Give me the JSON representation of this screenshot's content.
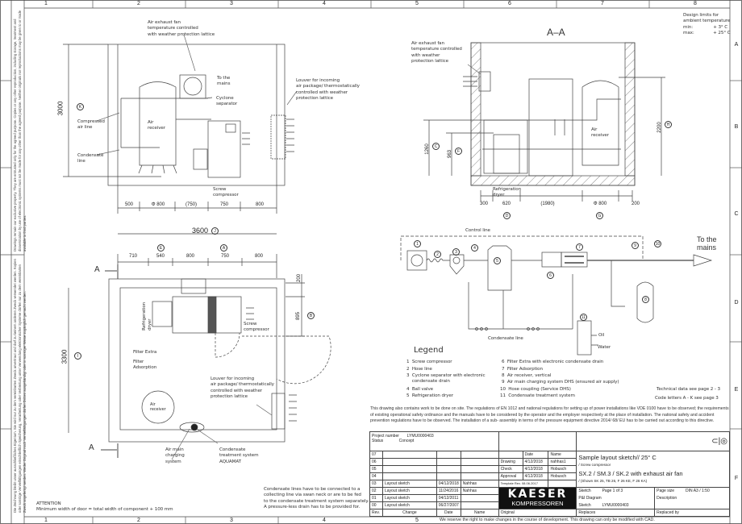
{
  "frame": {
    "columns": [
      "1",
      "2",
      "3",
      "4",
      "5",
      "6",
      "7",
      "8"
    ],
    "rows": [
      "A",
      "B",
      "C",
      "D",
      "E",
      "F"
    ],
    "side_text_en": "Drawings remain our exclusive property. They are entrusted only for the agreed purpose. Copies or any other reproduction, including storage, treatment and dissemination by use of electronic systems must not be made for any other than the agreed purpose. Neither originals nor reproductions may be given to or made available to third parties.",
    "side_text_de": "Die Zeichnung bleibt unser ausschließliches Eigentum. Sie wird nur zu dem vereinbarten Zweck anvertraut und darf zu keinem anderen Zweck verwendet werden. Kopien oder sonstige Vervielfältigungen einschließlich Speicherung, Verarbeitung oder Verbreitung unter Verwendung elektronischer Systeme dürfen nur zu dem vereinbarten Zweck angefertigt werden. Weder Original noch Vervielfältigungen dürfen Dritten ausgehändigt oder in sonstiger Weise zugänglich gemacht werden.",
    "footer_note": "We reserve the right to make changes in the course of development. This drawing can only be modified with CAD."
  },
  "elevation": {
    "fan_label": "Air exhaust fan\ntemperature controlled\nwith weather protection lattice",
    "to_mains": "To the\nmains",
    "cyclone": "Cyclone\nseparator",
    "compressed_air_line": "Compressed\nair line",
    "condensate_line": "Condensate\nline",
    "air_receiver": "Air\nreceiver",
    "louver": "Louver for incoming\nair package/ thermostatically\ncontrolled with weather\nprotection lattice",
    "screw_compressor": "Screw\ncompressor",
    "height": "3000",
    "height_code": "K",
    "dims": [
      "500",
      "Φ 800",
      "(750)",
      "750",
      "800"
    ],
    "width": "3600",
    "width_code": "J"
  },
  "plan": {
    "dims": [
      "710",
      "540",
      "800",
      "750",
      "800"
    ],
    "dim_codes": [
      "E",
      "A"
    ],
    "section_marker": "A",
    "height": "3300",
    "height_code": "I",
    "dryer": "Refrigeration\ndryer",
    "screw_compressor": "Screw\ncompressor",
    "filter_extra": "Filter Extra",
    "filter_adsorption": "Filter\nAdsorption",
    "louver": "Louver for incoming\nair package/ thermostatically\ncontrolled with weather\nprotection lattice",
    "air_receiver": "Air\nreceiver",
    "charging": "Air main\ncharging\nsystem",
    "aquamat": "Condensate\ntreatment system\nAQUAMAT",
    "dim_200": "200",
    "dim_895": "895",
    "dim_895_code": "B",
    "attention": "ATTENTION\nMinimum width of door = total width of component + 100 mm",
    "condensate_note": "Condensate lines have to be connected to a\ncollecting line via swan neck or are to be fed\nto the condensate treatment system separately.\nA pressure-less drain has to be provided for."
  },
  "section": {
    "title": "A–A",
    "design_limits": "Design limits for\nambient temperature\nmin:               + 3° C\nmax:              + 25° C",
    "fan_label": "Air exhaust fan\ntemperature controlled\nwith weather\nprotection lattice",
    "air_receiver": "Air\nreceiver",
    "dryer": "Refrigeration\ndryer",
    "dims": [
      "300",
      "620",
      "(1980)",
      "Φ 800",
      "200"
    ],
    "dim_codes": [
      "D",
      "G"
    ],
    "h1260": "1260",
    "h1260_code": "C",
    "h963": "963",
    "h963_code": "F",
    "h2200": "2200",
    "h2200_code": "H"
  },
  "pid": {
    "control_line": "Control line",
    "condensate_line": "Condensate line",
    "to_mains": "To the\nmains",
    "oil": "Oil",
    "water": "Water",
    "numbers": [
      "1",
      "2",
      "3",
      "4",
      "5",
      "6",
      "7",
      "8",
      "9",
      "10",
      "11"
    ]
  },
  "legend": {
    "title": "Legend",
    "items": [
      "1  Screw compressor",
      "2  Hose line",
      "3  Cyclone separator with electronic\n    condensate drain",
      "4  Ball valve",
      "5  Refrigeration dryer",
      "6  Filter Extra with electronic condensate drain",
      "7  Filter Adsorption",
      "8  Air receiver, vertical",
      "9  Air main charging system DHS (ensured air supply)",
      "10  Hose coupling (Service DHS)",
      "11  Condensate treatment system"
    ],
    "tech_data": "Technical data see page 2 - 3",
    "code_letters": "Code letters A - K see page 3",
    "regulation_note": "This drawing also contains work to be done on site. The regulations of EN 1012 and national regulations for setting up of power installations like VDE 0100 have to be observed; the requirements of existing operational safety ordinance and the manuals have to be considered by the operator and the employer respectively at the place of installation. The national safety and accident prevention regulations have to be observed. The installation of a sub- assembly in terms of the pressure equipment directive 2014/ 68/ EU has to be carried out according to this directive."
  },
  "title_block": {
    "project_number_label": "Project number",
    "project_number": "LYMU0000403",
    "status_label": "Status",
    "status": "Concept",
    "revisions": [
      {
        "rev": "07",
        "change": "",
        "date": "",
        "name": ""
      },
      {
        "rev": "06",
        "change": "",
        "date": "",
        "name": ""
      },
      {
        "rev": "05",
        "change": "",
        "date": "",
        "name": ""
      },
      {
        "rev": "04",
        "change": "",
        "date": "",
        "name": ""
      },
      {
        "rev": "03",
        "change": "Layout sketch",
        "date": "04/12/2018",
        "name": "Nahhas"
      },
      {
        "rev": "02",
        "change": "Layout sketch",
        "date": "11/24/2016",
        "name": "Nahhas"
      },
      {
        "rev": "01",
        "change": "Layout sketch",
        "date": "04/12/2011",
        "name": ""
      },
      {
        "rev": "00",
        "change": "Layout sketch",
        "date": "06/27/2007",
        "name": ""
      }
    ],
    "headers": {
      "rev": "Rev.",
      "change": "Change",
      "date": "Date",
      "name": "Name",
      "original": "Original",
      "replaces": "Replaces",
      "replaced_by": "Replaced by"
    },
    "approvals": {
      "date_label": "Date",
      "name_label": "Name",
      "rows": [
        {
          "label": "Drawing",
          "date": "4/12/2018",
          "name": "nahhas1"
        },
        {
          "label": "Check",
          "date": "4/12/2018",
          "name": "Hobusch"
        },
        {
          "label": "Approval",
          "date": "4/12/2018",
          "name": "Hobusch"
        }
      ],
      "template": "Template Rev. 08.06.2017"
    },
    "title": "Sample layout sketch// 25° C",
    "subtitle": " / Screw compressor",
    "title2": "SX.2 / SM.3 / SK.2 with exhaust air fan",
    "subtitle2": " / (Shown SK 25, TB 26, F 26 KE, F 26 KA)",
    "logo_top": "KAESER",
    "logo_bottom": "KOMPRESSOREN",
    "sketch_label": "Sketch",
    "page": "Page  1 of 3",
    "pid_label": "P&I Diagram",
    "sketch_label2": "Sketch",
    "sketch_number": "LYMU0000403",
    "page_size_label": "Page size",
    "page_size": "DIN A3 / 1:50",
    "description_label": "Description"
  }
}
